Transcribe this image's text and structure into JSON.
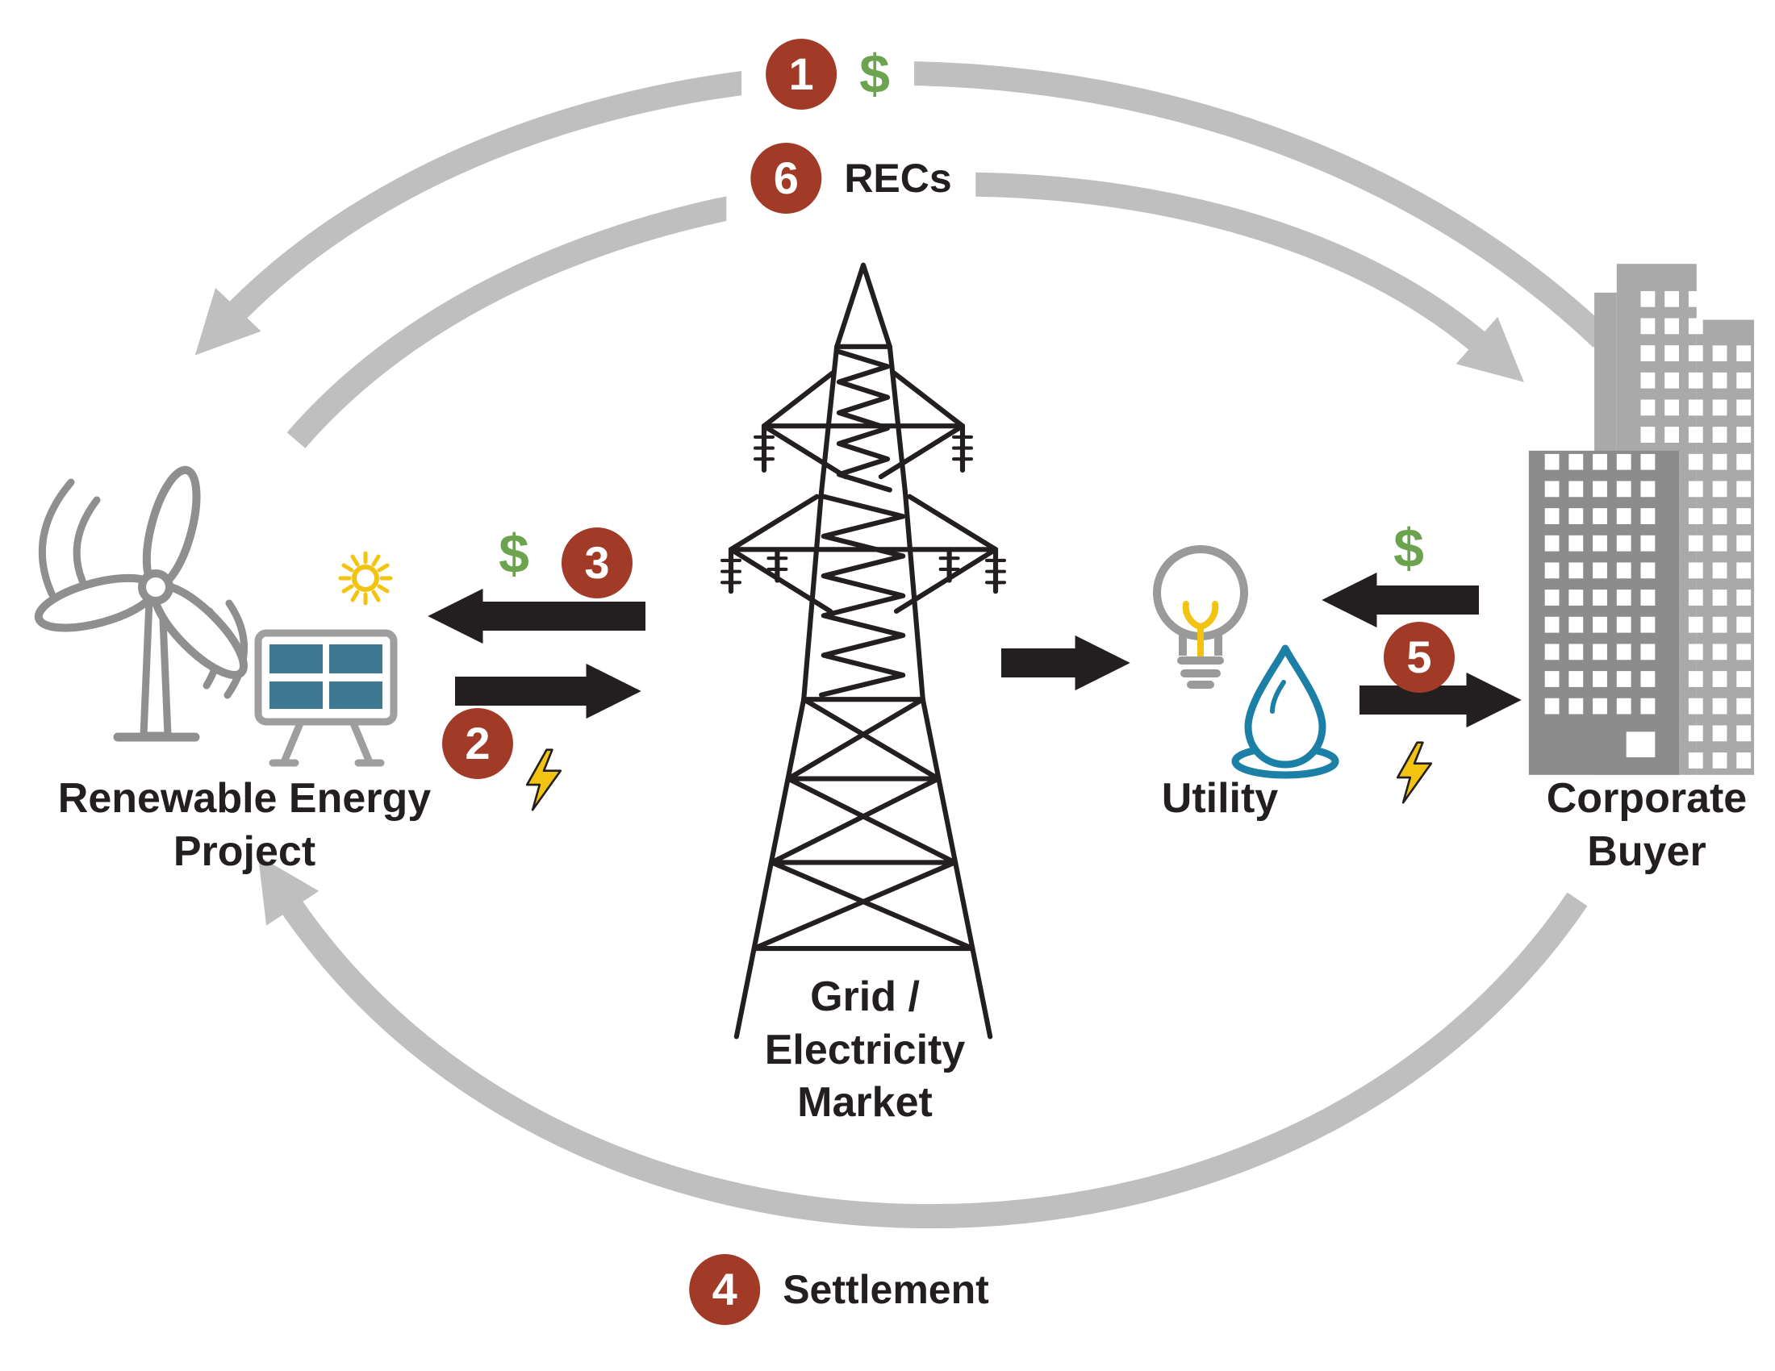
{
  "nodes": {
    "renewable_project": {
      "line1": "Renewable Energy",
      "line2": "Project"
    },
    "grid_market": {
      "line1": "Grid /",
      "line2": "Electricity",
      "line3": "Market"
    },
    "utility": {
      "line1": "Utility"
    },
    "corporate_buyer": {
      "line1": "Corporate",
      "line2": "Buyer"
    }
  },
  "steps": {
    "s1": {
      "number": "1",
      "money": "$"
    },
    "s2": {
      "number": "2"
    },
    "s3": {
      "number": "3",
      "money": "$"
    },
    "s4": {
      "number": "4",
      "label": "Settlement"
    },
    "s5": {
      "number": "5",
      "money": "$"
    },
    "s6": {
      "number": "6",
      "label": "RECs"
    }
  },
  "colors": {
    "badge_red": "#A23A28",
    "money_green": "#6BA34E",
    "bolt_yellow": "#F2C411",
    "water_blue": "#1B7FA6",
    "solar_blue": "#3E7891",
    "arc_gray": "#BFBFBF",
    "icon_gray": "#8F8F8F",
    "text_black": "#231F20"
  }
}
